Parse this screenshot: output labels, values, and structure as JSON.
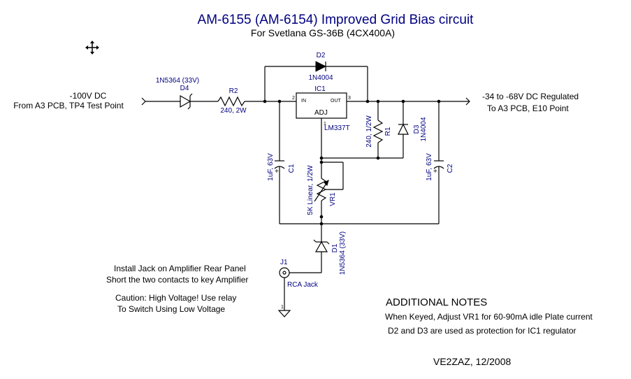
{
  "title": "AM-6155 (AM-6154) Improved Grid Bias circuit",
  "subtitle": "For Svetlana GS-36B (4CX400A)",
  "colors": {
    "label_blue": "#000080",
    "wire": "#000000",
    "text": "#000000"
  },
  "icons": {
    "move_cursor": "move-icon"
  },
  "input": {
    "line1": "-100V DC",
    "line2": "From A3 PCB, TP4 Test Point"
  },
  "output": {
    "line1": "-34 to -68V DC Regulated",
    "line2": "To A3 PCB, E10 Point"
  },
  "components": {
    "d4": {
      "ref": "D4",
      "value": "1N5364 (33V)"
    },
    "r2": {
      "ref": "R2",
      "value": "240, 2W"
    },
    "d2": {
      "ref": "D2",
      "value": "1N4004"
    },
    "ic1": {
      "ref": "IC1",
      "part": "LM337T",
      "pin_in": "IN",
      "pin_out": "OUT",
      "pin_adj": "ADJ",
      "pin2": "2",
      "pin3": "3",
      "pin1": "1"
    },
    "r1": {
      "ref": "R1",
      "value": "240, 1/2W"
    },
    "d3": {
      "ref": "D3",
      "value": "1N4004"
    },
    "c1": {
      "ref": "C1",
      "value": "1uF, 63V"
    },
    "c2": {
      "ref": "C2",
      "value": "1uF, 63V"
    },
    "vr1": {
      "ref": "VR1",
      "value": "5K Linear, 1/2W"
    },
    "d1": {
      "ref": "D1",
      "value": "1N5364 (33V)"
    },
    "j1": {
      "ref": "J1",
      "value": "RCA Jack"
    },
    "ground_pin": "1",
    "polarity_plus": "+"
  },
  "jack_note": {
    "line1": "Install Jack on Amplifier Rear Panel",
    "line2": "Short the two contacts to key Amplifier"
  },
  "caution": {
    "line1": "Caution: High Voltage! Use relay",
    "line2": "To Switch Using Low Voltage"
  },
  "notes": {
    "heading": "ADDITIONAL NOTES",
    "items": [
      "When Keyed, Adjust VR1 for 60-90mA idle Plate current",
      "D2 and D3 are used as protection for IC1 regulator"
    ]
  },
  "signature": "VE2ZAZ, 12/2008"
}
